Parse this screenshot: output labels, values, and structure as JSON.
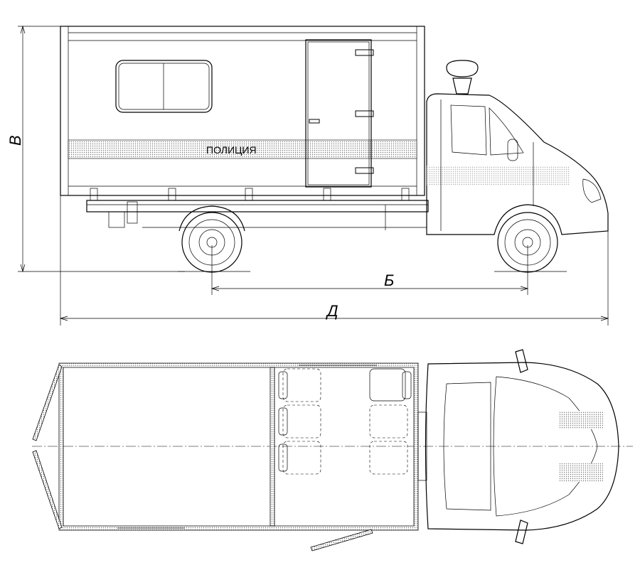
{
  "side_view": {
    "box_text": "ПОЛИЦИЯ",
    "dimension_height": "В",
    "dimension_wheelbase": "Б",
    "dimension_length": "Д"
  },
  "top_view": {}
}
